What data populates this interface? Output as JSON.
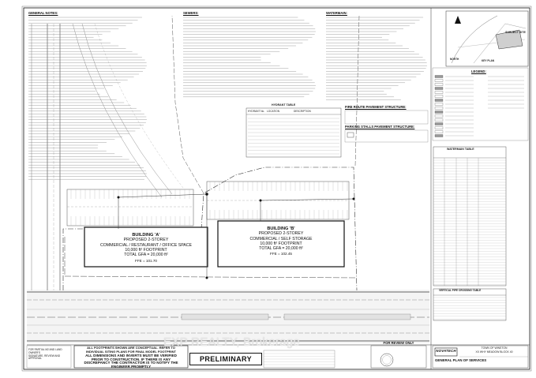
{
  "notes": {
    "general_heading": "GENERAL NOTES:",
    "sewers_heading": "SEWERS:",
    "watermain_heading": "WATERMAIN:"
  },
  "key_plan": {
    "subject_site": "SUBJECT SITE",
    "north": "NORTH",
    "key_plan_label": "KEY PLAN"
  },
  "legend": {
    "title": "LEGEND:"
  },
  "hydrant_table": {
    "title": "HYDRANT TABLE",
    "columns": [
      "HYDRANT No.",
      "LOCATION",
      "DESCRIPTION"
    ]
  },
  "fire_route": "FIRE ROUTE PAVEMENT STRUCTURE:",
  "parking_stalls": "PARKING STALLS PAVEMENT STRUCTURE:",
  "watermain_table": {
    "title": "WATERMAIN TABLE"
  },
  "vertical_pipe_table": {
    "title": "VERTICAL PIPE CROSSING TABLE"
  },
  "buildings": [
    {
      "name": "BUILDING 'A'",
      "lines": [
        "PROPOSED 2-STOREY",
        "COMMERCIAL / RESTAURANT / OFFICE SPACE",
        "10,000 ft² FOOTPRINT",
        "TOTAL GFA = 20,000 ft²"
      ],
      "ffe": "FFE = 101.70"
    },
    {
      "name": "BUILDING 'B'",
      "lines": [
        "PROPOSED 2-STOREY",
        "COMMERCIAL / SELF STORAGE",
        "10,000 ft² FOOTPRINT",
        "TOTAL GFA = 20,000 ft²"
      ],
      "ffe": "FFE = 102.45"
    }
  ],
  "disclaimer_left": [
    "FOR PARTIAL M2 AND LAND OWNER'S",
    "SIGNATURE, REVIEW AND APPROVAL"
  ],
  "disclaimer_box": [
    "ALL FOOTPRINTS SHOWN ARE CONCEPTUAL. REFER TO",
    "INDIVIDUAL SITING PLANS FOR FINAL MODEL FOOTPRINT",
    "ALL DIMENSIONS AND INVERTS MUST BE VERIFIED",
    "PRIOR TO CONSTRUCTION. IF THERE IS ANY",
    "DISCREPANCY THE CONTRACTOR IS TO NOTIFY THE",
    "ENGINEER PROMPTLY"
  ],
  "preliminary": "PRELIMINARY",
  "for_review": "FOR REVIEW ONLY",
  "logo": "NOVATECH",
  "title_block": {
    "client": "TOWN OF WINSTON",
    "project": "XX WHY MEADOW BLOCK 40",
    "drawing_title": "GENERAL PLAN OF SERVICES"
  },
  "watermark": "EXP REALTY, Brokerage"
}
